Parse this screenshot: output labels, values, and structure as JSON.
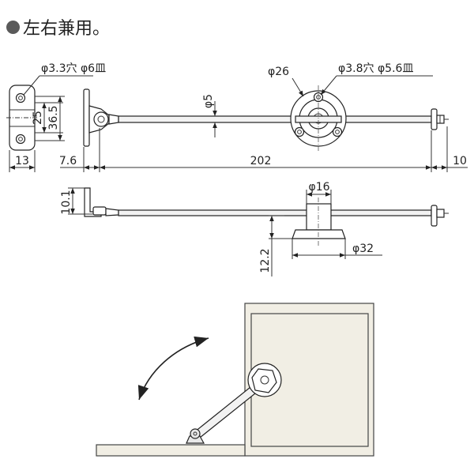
{
  "caption": {
    "text": "左右兼用。"
  },
  "plan_view": {
    "labels": {
      "hole_left": "φ3.3穴 φ6皿",
      "boss_diameter": "φ26",
      "hole_right": "φ3.8穴 φ5.6皿",
      "rod_diameter": "φ5"
    },
    "dimensions": {
      "pitch_inner": "25",
      "pitch_outer": "36.5",
      "plate_width": "13",
      "offset": "7.6",
      "length": "202",
      "tail": "10"
    }
  },
  "side_view": {
    "labels": {
      "collar_diameter": "φ16",
      "flange_diameter": "φ32"
    },
    "dimensions": {
      "bracket_height": "10.1",
      "rod_height": "12.2"
    }
  },
  "installation": {
    "motion": "bidirectional swing"
  }
}
